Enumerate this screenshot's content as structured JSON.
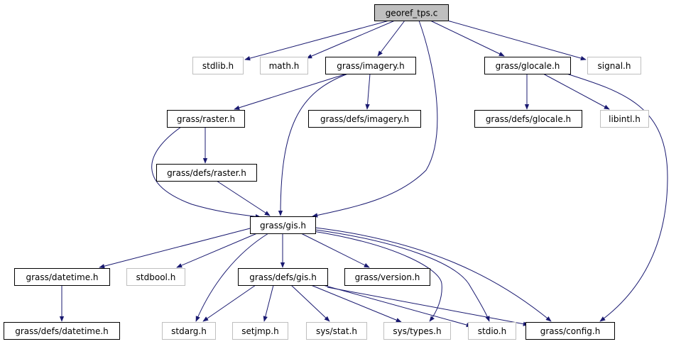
{
  "colors": {
    "edge": "#191970",
    "root_fill": "#bfbfbf",
    "project_border": "#000000",
    "system_border": "#bfbfbf"
  },
  "nodes": [
    {
      "id": "georef",
      "label": "georef_tps.c",
      "kind": "root"
    },
    {
      "id": "stdlib",
      "label": "stdlib.h",
      "kind": "system"
    },
    {
      "id": "math",
      "label": "math.h",
      "kind": "system"
    },
    {
      "id": "imagery",
      "label": "grass/imagery.h",
      "kind": "project"
    },
    {
      "id": "glocale",
      "label": "grass/glocale.h",
      "kind": "project"
    },
    {
      "id": "signal",
      "label": "signal.h",
      "kind": "system"
    },
    {
      "id": "raster",
      "label": "grass/raster.h",
      "kind": "project"
    },
    {
      "id": "defs_imagery",
      "label": "grass/defs/imagery.h",
      "kind": "project"
    },
    {
      "id": "defs_glocale",
      "label": "grass/defs/glocale.h",
      "kind": "project"
    },
    {
      "id": "libintl",
      "label": "libintl.h",
      "kind": "system"
    },
    {
      "id": "defs_raster",
      "label": "grass/defs/raster.h",
      "kind": "project"
    },
    {
      "id": "gis",
      "label": "grass/gis.h",
      "kind": "project"
    },
    {
      "id": "datetime",
      "label": "grass/datetime.h",
      "kind": "project"
    },
    {
      "id": "stdbool",
      "label": "stdbool.h",
      "kind": "system"
    },
    {
      "id": "defs_gis",
      "label": "grass/defs/gis.h",
      "kind": "project"
    },
    {
      "id": "version",
      "label": "grass/version.h",
      "kind": "project"
    },
    {
      "id": "defs_datetime",
      "label": "grass/defs/datetime.h",
      "kind": "project"
    },
    {
      "id": "stdarg",
      "label": "stdarg.h",
      "kind": "system"
    },
    {
      "id": "setjmp",
      "label": "setjmp.h",
      "kind": "system"
    },
    {
      "id": "sys_stat",
      "label": "sys/stat.h",
      "kind": "system"
    },
    {
      "id": "sys_types",
      "label": "sys/types.h",
      "kind": "system"
    },
    {
      "id": "stdio",
      "label": "stdio.h",
      "kind": "system"
    },
    {
      "id": "config",
      "label": "grass/config.h",
      "kind": "project"
    }
  ],
  "edges": [
    {
      "from": "georef",
      "to": "stdlib"
    },
    {
      "from": "georef",
      "to": "math"
    },
    {
      "from": "georef",
      "to": "imagery"
    },
    {
      "from": "georef",
      "to": "gis"
    },
    {
      "from": "georef",
      "to": "glocale"
    },
    {
      "from": "georef",
      "to": "signal"
    },
    {
      "from": "imagery",
      "to": "raster"
    },
    {
      "from": "imagery",
      "to": "gis"
    },
    {
      "from": "imagery",
      "to": "defs_imagery"
    },
    {
      "from": "raster",
      "to": "gis"
    },
    {
      "from": "raster",
      "to": "defs_raster"
    },
    {
      "from": "defs_raster",
      "to": "gis"
    },
    {
      "from": "glocale",
      "to": "defs_glocale"
    },
    {
      "from": "glocale",
      "to": "libintl"
    },
    {
      "from": "glocale",
      "to": "config"
    },
    {
      "from": "gis",
      "to": "datetime"
    },
    {
      "from": "gis",
      "to": "stdbool"
    },
    {
      "from": "gis",
      "to": "stdarg"
    },
    {
      "from": "gis",
      "to": "defs_gis"
    },
    {
      "from": "gis",
      "to": "version"
    },
    {
      "from": "gis",
      "to": "sys_types"
    },
    {
      "from": "gis",
      "to": "stdio"
    },
    {
      "from": "gis",
      "to": "config"
    },
    {
      "from": "datetime",
      "to": "defs_datetime"
    },
    {
      "from": "defs_gis",
      "to": "stdarg"
    },
    {
      "from": "defs_gis",
      "to": "setjmp"
    },
    {
      "from": "defs_gis",
      "to": "sys_stat"
    },
    {
      "from": "defs_gis",
      "to": "sys_types"
    },
    {
      "from": "defs_gis",
      "to": "stdio"
    },
    {
      "from": "defs_gis",
      "to": "config"
    }
  ]
}
